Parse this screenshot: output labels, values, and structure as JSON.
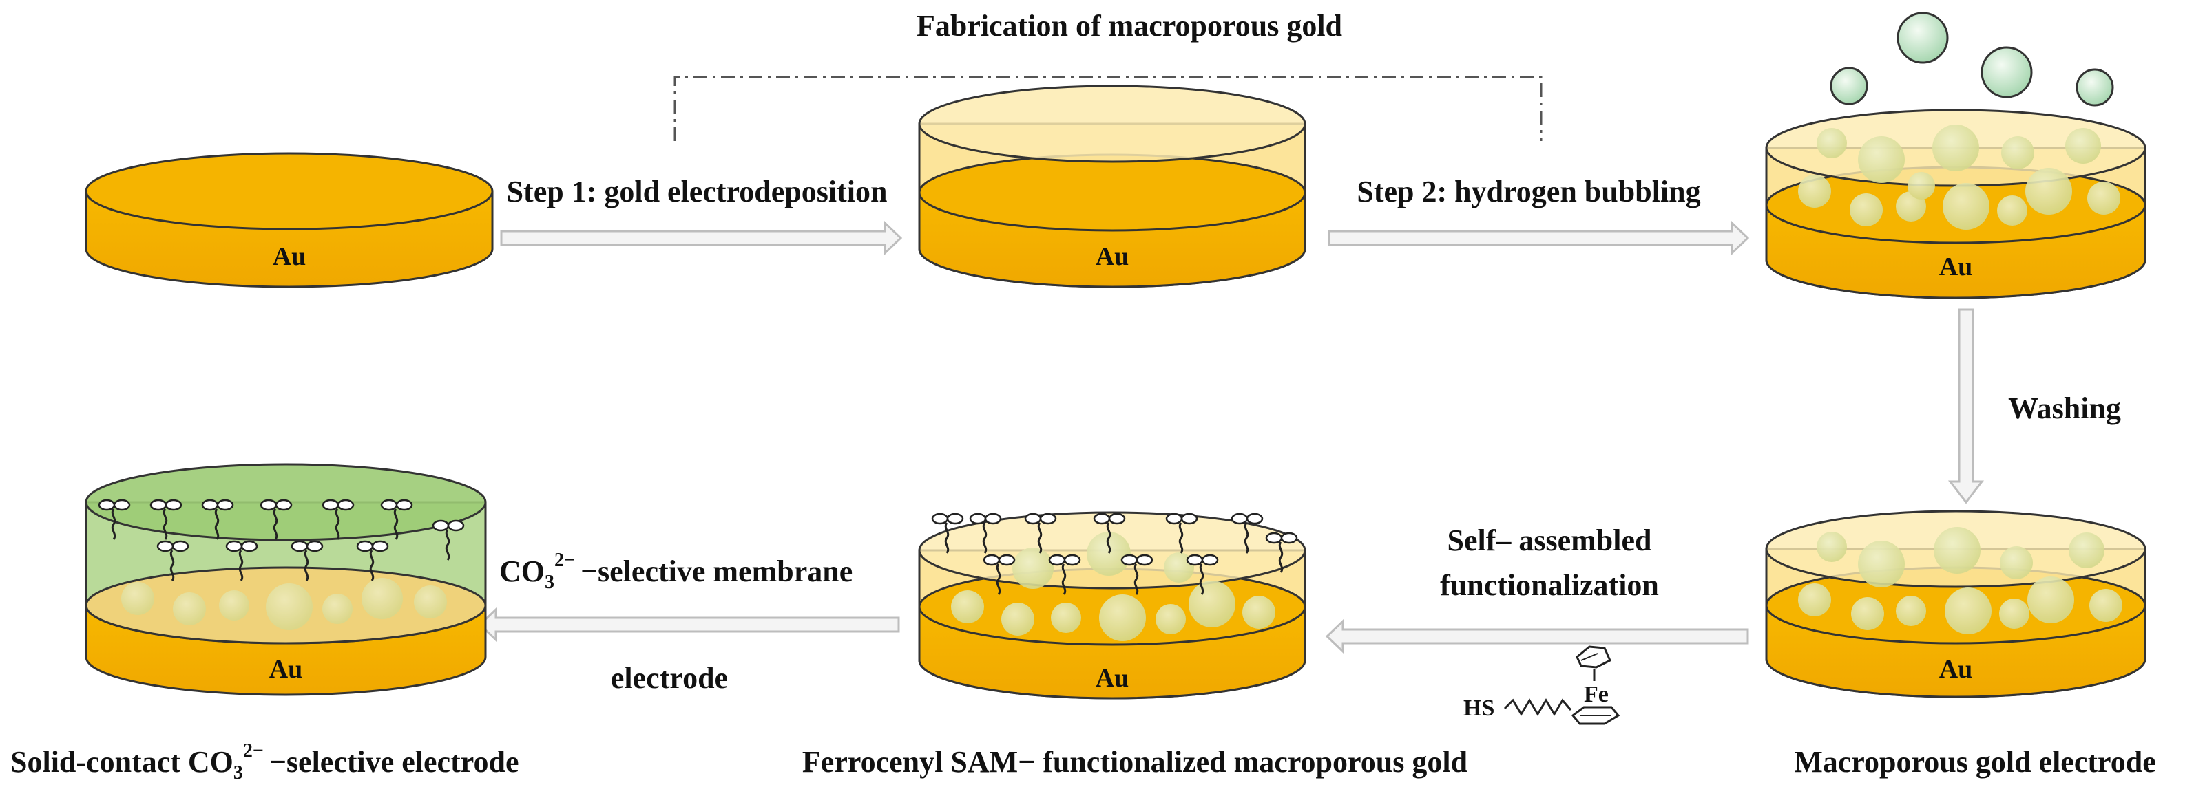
{
  "title": "Fabrication of macroporous gold",
  "disc_label": "Au",
  "steps": {
    "step1": "Step 1: gold electrodeposition",
    "step2": "Step 2: hydrogen bubbling",
    "washing": "Washing",
    "self_assembled_line1": "Self– assembled",
    "self_assembled_line2": "functionalization",
    "membrane_species": "CO",
    "membrane_sub": "3",
    "membrane_sup": "2−",
    "membrane_rest": "−selective membrane",
    "membrane_line2": "electrode"
  },
  "captions": {
    "macroporous": "Macroporous gold electrode",
    "ferrocenyl": "Ferrocenyl SAM− functionalized macroporous gold",
    "solid_contact_pre": "Solid-contact CO",
    "solid_contact_sub": "3",
    "solid_contact_sup": "2−",
    "solid_contact_post": "−selective electrode"
  },
  "molecule": {
    "thiol": "HS",
    "metal": "Fe"
  },
  "colors": {
    "gold": "#F5B400",
    "gold_dark": "#E0A000",
    "gold_layer": "#FCE49A",
    "bubble": "#CFE8D2",
    "membrane": "#9CCB74",
    "arrow_fill": "#F4F4F4",
    "arrow_stroke": "#BDBDBD"
  }
}
